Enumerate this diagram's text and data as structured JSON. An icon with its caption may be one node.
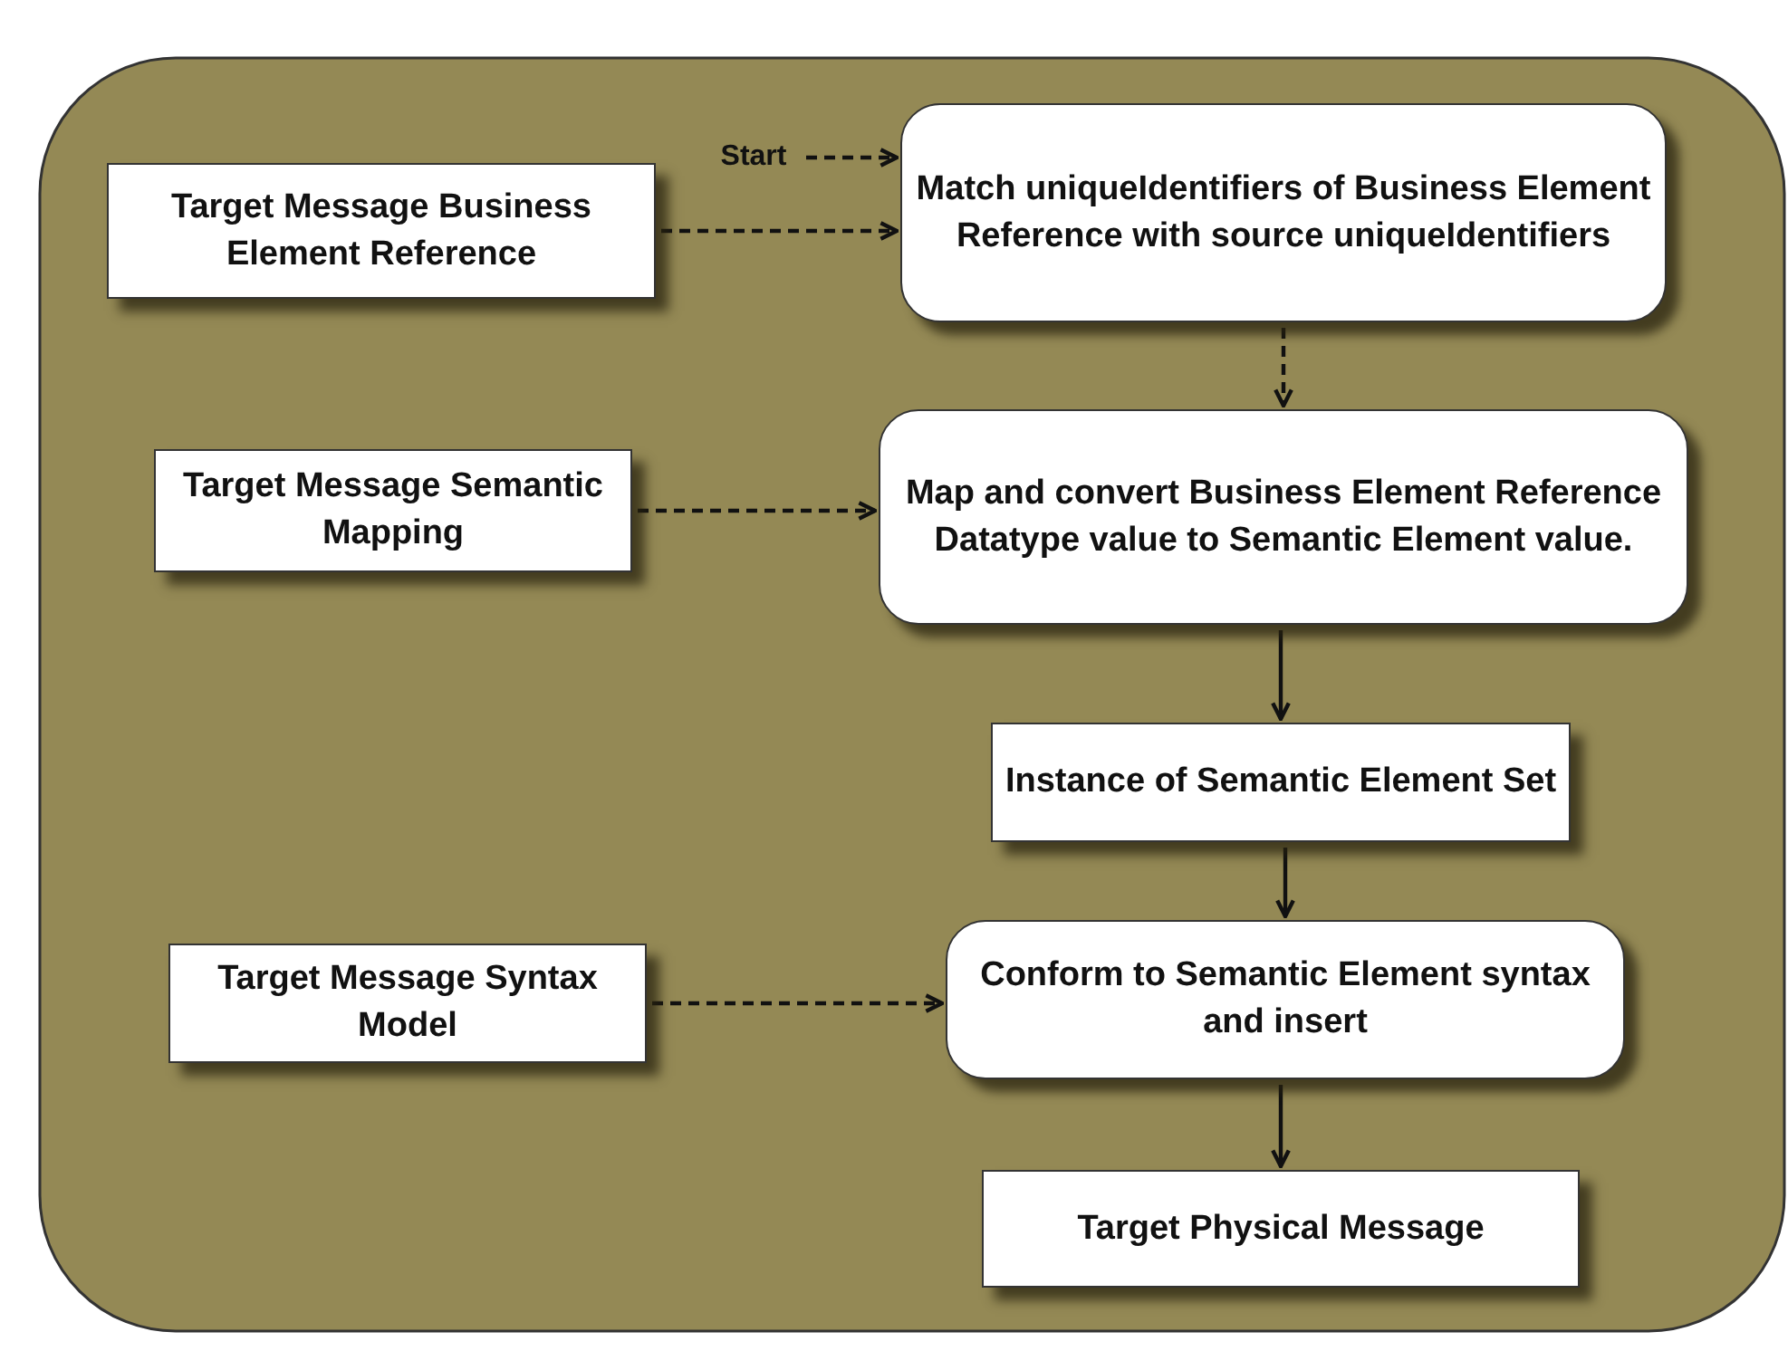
{
  "diagram": {
    "nodes": [
      {
        "text": [
          "Target Message Business Element Reference"
        ]
      },
      {
        "text": [
          "Start"
        ]
      },
      {
        "text": [
          "Match uniqueIdentifiers of Business Element Reference with source uniqueIdentifiers"
        ]
      },
      {
        "text": [
          "Target Message Semantic Mapping"
        ]
      },
      {
        "text": [
          "Map and convert Business Element Reference Datatype value to Semantic Element value."
        ]
      },
      {
        "text": [
          "Instance  of Semantic Element Set"
        ]
      },
      {
        "text": [
          "Target Message Syntax Model"
        ]
      },
      {
        "text": [
          "Conform to Semantic Element syntax and insert"
        ]
      },
      {
        "text": [
          "Target Physical Message"
        ]
      }
    ],
    "edges": [
      {
        "from": 1,
        "to": 2,
        "arrow": "to",
        "style": "dashed"
      },
      {
        "from": 0,
        "to": 2,
        "arrow": "to",
        "style": "dashed"
      },
      {
        "from": 2,
        "to": 4,
        "arrow": "to",
        "style": "dashed"
      },
      {
        "from": 3,
        "to": 4,
        "arrow": "to",
        "style": "dashed"
      },
      {
        "from": 4,
        "to": 5,
        "arrow": "to"
      },
      {
        "from": 5,
        "to": 7,
        "arrow": "to"
      },
      {
        "from": 6,
        "to": 7,
        "arrow": "to",
        "style": "dashed"
      },
      {
        "from": 7,
        "to": 8,
        "arrow": "to"
      }
    ]
  }
}
